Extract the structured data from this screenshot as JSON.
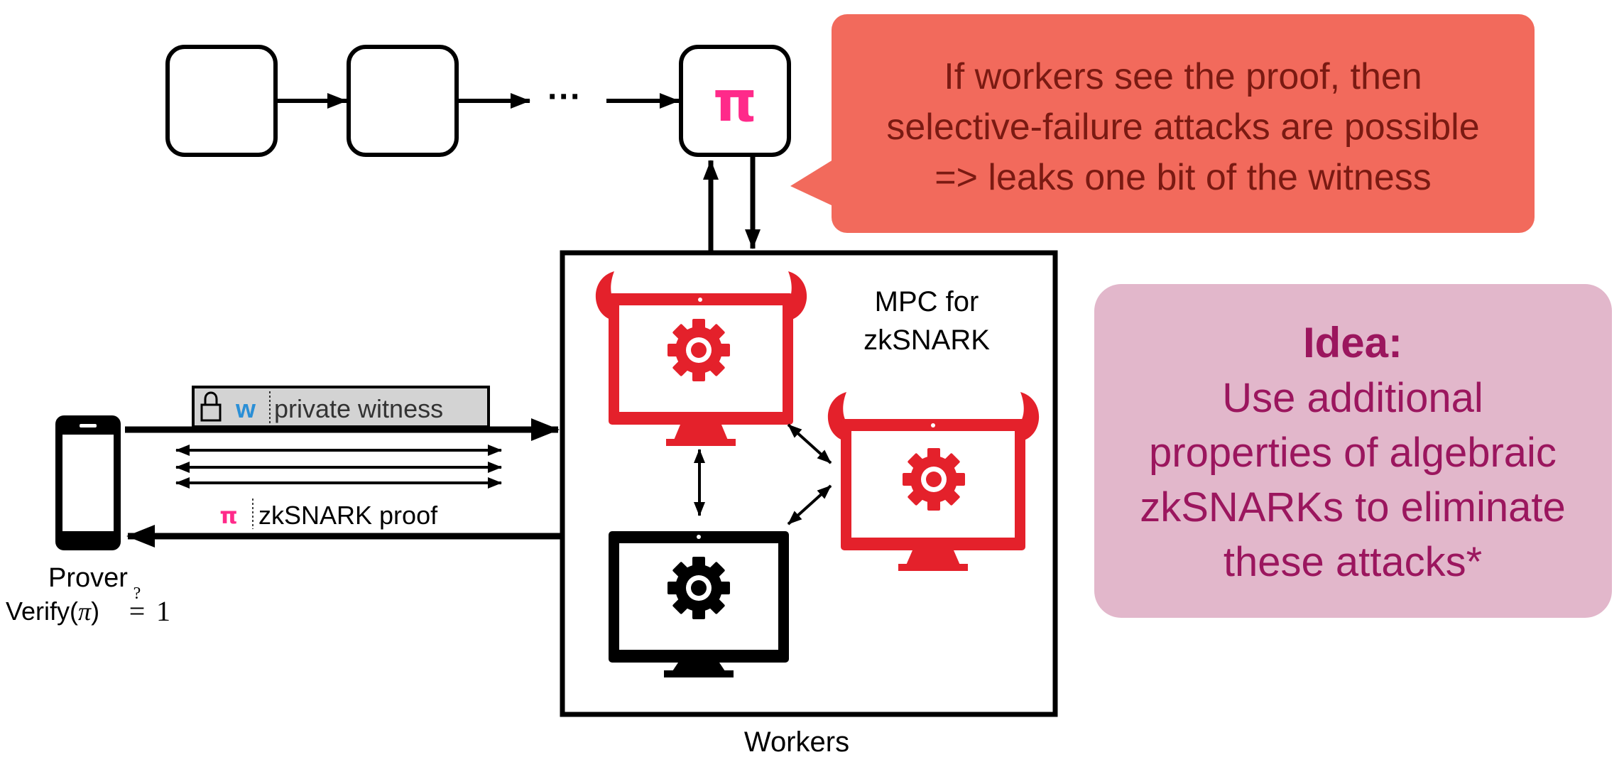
{
  "colors": {
    "black": "#000000",
    "red_computer": "#e4212b",
    "pi_pink": "#ff2a8a",
    "witness_blue": "#2b8fd6",
    "callout_red_bg": "#f26a5c",
    "callout_red_text": "#7a1a12",
    "callout_pink_bg": "#e2b7cb",
    "callout_pink_text": "#9b165e",
    "banner_gray": "#d3d3d3"
  },
  "icons": {
    "phone": "smartphone-icon",
    "lock": "lock-icon",
    "gear": "gear-icon",
    "horns": "devil-horns-icon",
    "monitor": "monitor-icon"
  },
  "chain": {
    "ellipsis": "···",
    "final_block_symbol": "π"
  },
  "warning_callout": {
    "lines": [
      "If workers see the proof, then",
      "selective-failure attacks are possible",
      "=> leaks one bit of the witness"
    ]
  },
  "mpc": {
    "label_line1": "MPC for",
    "label_line2": "zkSNARK",
    "workers_label": "Workers"
  },
  "prover": {
    "label": "Prover",
    "verify_prefix": "Verify(",
    "verify_pi": "π",
    "verify_suffix": ")",
    "verify_eq": "=",
    "verify_question": "?",
    "verify_result": "1"
  },
  "witness_banner": {
    "symbol": "w",
    "label": "private witness"
  },
  "proof_banner": {
    "symbol": "π",
    "label": "zkSNARK proof"
  },
  "idea_callout": {
    "heading": "Idea:",
    "lines": [
      "Use additional",
      "properties of algebraic",
      "zkSNARKs to eliminate",
      "these attacks*"
    ]
  }
}
